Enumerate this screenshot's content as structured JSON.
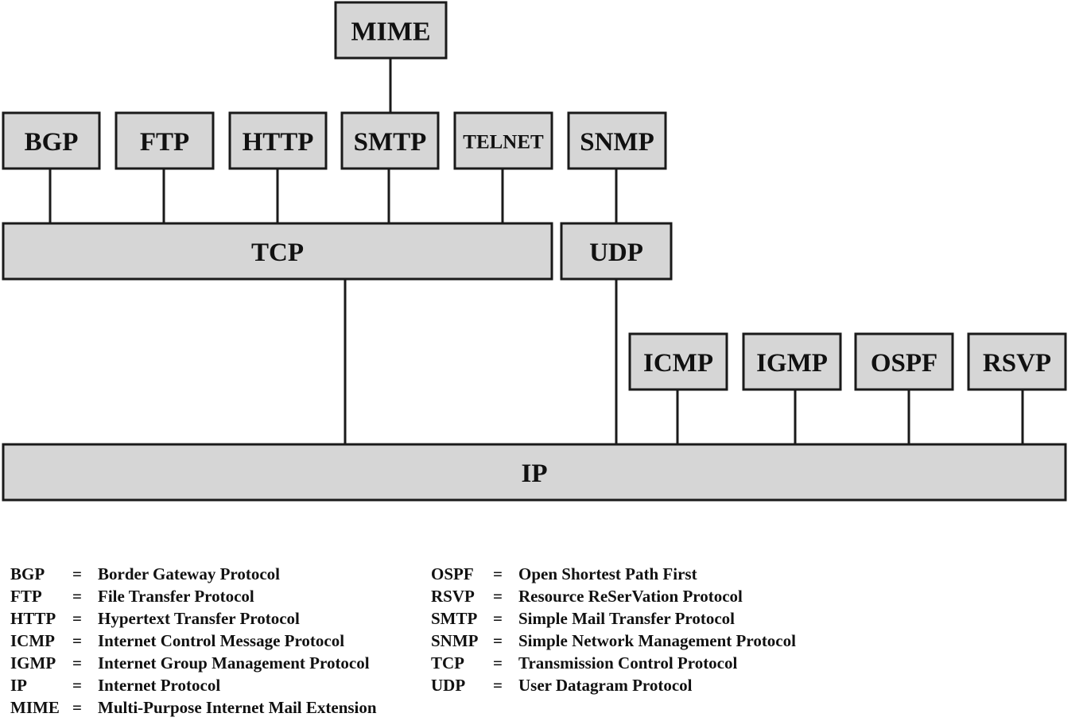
{
  "diagram": {
    "nodes": {
      "mime": "MIME",
      "bgp": "BGP",
      "ftp": "FTP",
      "http": "HTTP",
      "smtp": "SMTP",
      "telnet": "TELNET",
      "snmp": "SNMP",
      "tcp": "TCP",
      "udp": "UDP",
      "icmp": "ICMP",
      "igmp": "IGMP",
      "ospf": "OSPF",
      "rsvp": "RSVP",
      "ip": "IP"
    },
    "edges": [
      [
        "mime",
        "smtp"
      ],
      [
        "bgp",
        "tcp"
      ],
      [
        "ftp",
        "tcp"
      ],
      [
        "http",
        "tcp"
      ],
      [
        "smtp",
        "tcp"
      ],
      [
        "telnet",
        "tcp"
      ],
      [
        "snmp",
        "udp"
      ],
      [
        "tcp",
        "ip"
      ],
      [
        "udp",
        "ip"
      ],
      [
        "icmp",
        "ip"
      ],
      [
        "igmp",
        "ip"
      ],
      [
        "ospf",
        "ip"
      ],
      [
        "rsvp",
        "ip"
      ]
    ]
  },
  "legend": {
    "left": [
      {
        "abbr": "BGP",
        "eq": "=",
        "def": "Border Gateway Protocol"
      },
      {
        "abbr": "FTP",
        "eq": "=",
        "def": "File Transfer Protocol"
      },
      {
        "abbr": "HTTP",
        "eq": "=",
        "def": "Hypertext Transfer Protocol"
      },
      {
        "abbr": "ICMP",
        "eq": "=",
        "def": "Internet Control Message Protocol"
      },
      {
        "abbr": "IGMP",
        "eq": "=",
        "def": "Internet Group Management Protocol"
      },
      {
        "abbr": "IP",
        "eq": "=",
        "def": "Internet Protocol"
      },
      {
        "abbr": "MIME",
        "eq": "=",
        "def": "Multi-Purpose Internet Mail Extension"
      }
    ],
    "right": [
      {
        "abbr": "OSPF",
        "eq": "=",
        "def": "Open Shortest Path First"
      },
      {
        "abbr": "RSVP",
        "eq": "=",
        "def": "Resource ReSerVation Protocol"
      },
      {
        "abbr": "SMTP",
        "eq": "=",
        "def": "Simple Mail Transfer Protocol"
      },
      {
        "abbr": "SNMP",
        "eq": "=",
        "def": "Simple Network Management Protocol"
      },
      {
        "abbr": "TCP",
        "eq": "=",
        "def": "Transmission Control Protocol"
      },
      {
        "abbr": "UDP",
        "eq": "=",
        "def": "User Datagram Protocol"
      }
    ]
  },
  "colors": {
    "box_fill": "#d6d6d6",
    "stroke": "#1a1a1a",
    "text": "#111111"
  }
}
